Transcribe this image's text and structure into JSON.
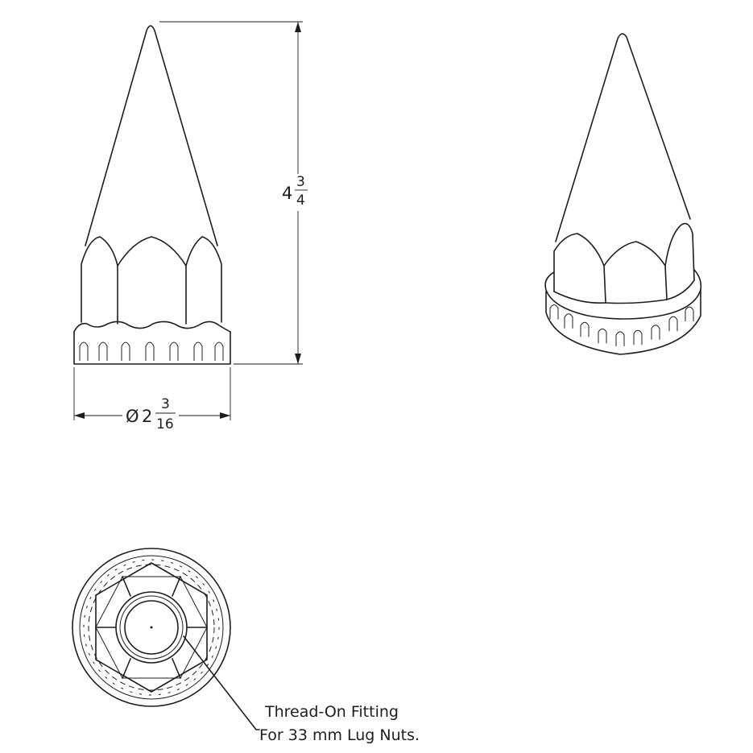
{
  "dimensions": {
    "height": {
      "whole": "4",
      "numerator": "3",
      "denominator": "4"
    },
    "diameter": {
      "symbol": "Ø",
      "whole": "2",
      "numerator": "3",
      "denominator": "16"
    }
  },
  "callout": {
    "line1": "Thread-On Fitting",
    "line2": "For 33 mm Lug Nuts."
  }
}
